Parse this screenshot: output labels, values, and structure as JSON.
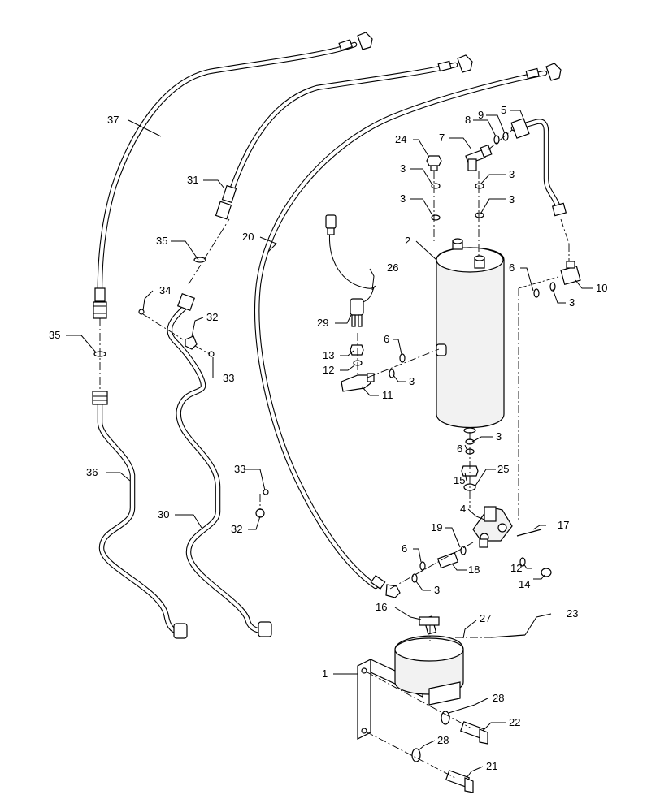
{
  "diagram": {
    "callouts": [
      {
        "id": "c1",
        "text": "1"
      },
      {
        "id": "c2",
        "text": "2"
      },
      {
        "id": "c3a",
        "text": "3"
      },
      {
        "id": "c3b",
        "text": "3"
      },
      {
        "id": "c3c",
        "text": "3"
      },
      {
        "id": "c3d",
        "text": "3"
      },
      {
        "id": "c3e",
        "text": "3"
      },
      {
        "id": "c3f",
        "text": "3"
      },
      {
        "id": "c3g",
        "text": "3"
      },
      {
        "id": "c3h",
        "text": "3"
      },
      {
        "id": "c4",
        "text": "4"
      },
      {
        "id": "c5",
        "text": "5"
      },
      {
        "id": "c6a",
        "text": "6"
      },
      {
        "id": "c6b",
        "text": "6"
      },
      {
        "id": "c6c",
        "text": "6"
      },
      {
        "id": "c6d",
        "text": "6"
      },
      {
        "id": "c7",
        "text": "7"
      },
      {
        "id": "c8",
        "text": "8"
      },
      {
        "id": "c9",
        "text": "9"
      },
      {
        "id": "c10",
        "text": "10"
      },
      {
        "id": "c11",
        "text": "11"
      },
      {
        "id": "c12a",
        "text": "12"
      },
      {
        "id": "c12b",
        "text": "12"
      },
      {
        "id": "c13",
        "text": "13"
      },
      {
        "id": "c14",
        "text": "14"
      },
      {
        "id": "c15",
        "text": "15"
      },
      {
        "id": "c16",
        "text": "16"
      },
      {
        "id": "c17",
        "text": "17"
      },
      {
        "id": "c18",
        "text": "18"
      },
      {
        "id": "c19",
        "text": "19"
      },
      {
        "id": "c20",
        "text": "20"
      },
      {
        "id": "c21",
        "text": "21"
      },
      {
        "id": "c22",
        "text": "22"
      },
      {
        "id": "c23",
        "text": "23"
      },
      {
        "id": "c24",
        "text": "24"
      },
      {
        "id": "c25",
        "text": "25"
      },
      {
        "id": "c26",
        "text": "26"
      },
      {
        "id": "c27",
        "text": "27"
      },
      {
        "id": "c28a",
        "text": "28"
      },
      {
        "id": "c28b",
        "text": "28"
      },
      {
        "id": "c29",
        "text": "29"
      },
      {
        "id": "c30",
        "text": "30"
      },
      {
        "id": "c31",
        "text": "31"
      },
      {
        "id": "c32a",
        "text": "32"
      },
      {
        "id": "c32b",
        "text": "32"
      },
      {
        "id": "c33a",
        "text": "33"
      },
      {
        "id": "c33b",
        "text": "33"
      },
      {
        "id": "c34",
        "text": "34"
      },
      {
        "id": "c35a",
        "text": "35"
      },
      {
        "id": "c35b",
        "text": "35"
      },
      {
        "id": "c36",
        "text": "36"
      },
      {
        "id": "c37",
        "text": "37"
      }
    ]
  }
}
